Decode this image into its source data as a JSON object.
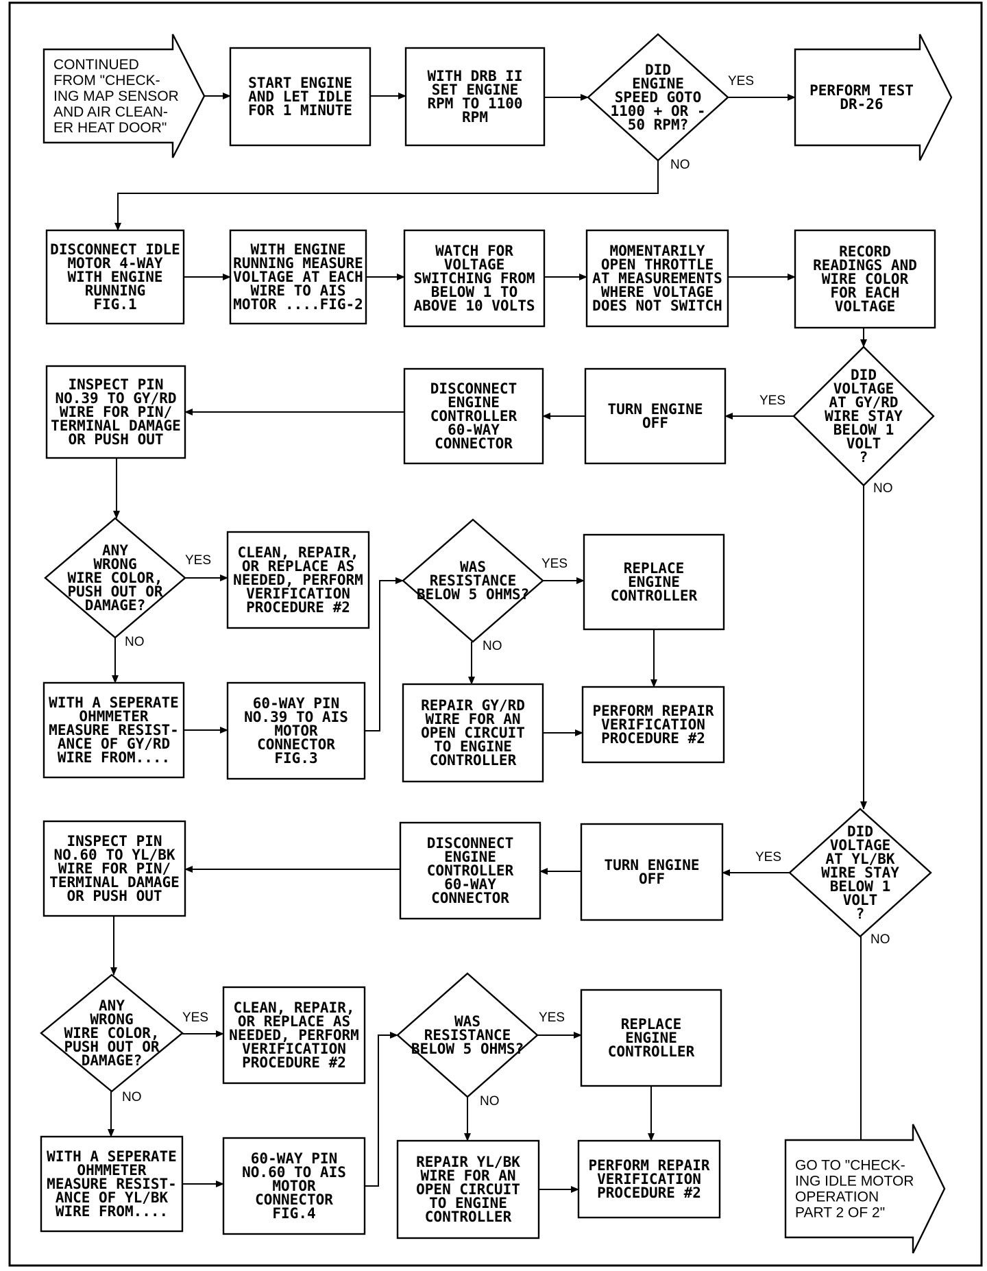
{
  "diagram": {
    "nodes": [
      {
        "id": "start",
        "shape": "arrow",
        "font": "sans",
        "align": "left",
        "lines": [
          "CONTINUED",
          "FROM \"CHECK-",
          "ING MAP SENSOR",
          "AND AIR CLEAN-",
          "ER HEAT DOOR\""
        ]
      },
      {
        "id": "n1",
        "shape": "box",
        "lines": [
          "START ENGINE",
          "AND LET IDLE",
          "FOR 1 MINUTE"
        ]
      },
      {
        "id": "n2",
        "shape": "box",
        "lines": [
          "WITH DRB II",
          "SET ENGINE",
          "RPM TO 1100",
          "RPM"
        ]
      },
      {
        "id": "d1",
        "shape": "diamond",
        "lines": [
          "DID",
          "ENGINE",
          "SPEED GOTO",
          "1100 + OR -",
          "50 RPM?"
        ]
      },
      {
        "id": "e1",
        "shape": "arrow",
        "lines": [
          "PERFORM TEST",
          "DR-26"
        ]
      },
      {
        "id": "r2a",
        "shape": "box",
        "lines": [
          "DISCONNECT IDLE",
          "MOTOR 4-WAY",
          "WITH ENGINE",
          "RUNNING",
          "FIG.1"
        ]
      },
      {
        "id": "r2b",
        "shape": "box",
        "lines": [
          "WITH ENGINE",
          "RUNNING MEASURE",
          "VOLTAGE AT EACH",
          "WIRE TO AIS",
          "MOTOR ....FIG-2"
        ]
      },
      {
        "id": "r2c",
        "shape": "box",
        "lines": [
          "WATCH FOR",
          "VOLTAGE",
          "SWITCHING FROM",
          "BELOW 1 TO",
          "ABOVE 10 VOLTS"
        ]
      },
      {
        "id": "r2d",
        "shape": "box",
        "lines": [
          "MOMENTARILY",
          "OPEN THROTTLE",
          "AT MEASUREMENTS",
          "WHERE VOLTAGE",
          "DOES NOT SWITCH"
        ]
      },
      {
        "id": "r2e",
        "shape": "box",
        "lines": [
          "RECORD",
          "READINGS AND",
          "WIRE COLOR",
          "FOR EACH",
          "VOLTAGE"
        ]
      },
      {
        "id": "d2",
        "shape": "diamond",
        "lines": [
          "DID",
          "VOLTAGE",
          "AT GY/RD",
          "WIRE STAY",
          "BELOW 1",
          "VOLT",
          "?"
        ]
      },
      {
        "id": "r3c",
        "shape": "box",
        "lines": [
          "TURN ENGINE",
          "OFF"
        ]
      },
      {
        "id": "r3b",
        "shape": "box",
        "lines": [
          "DISCONNECT",
          "ENGINE",
          "CONTROLLER",
          "60-WAY",
          "CONNECTOR"
        ]
      },
      {
        "id": "r3a",
        "shape": "box",
        "lines": [
          "INSPECT PIN",
          "NO.39 TO GY/RD",
          "WIRE FOR PIN/",
          "TERMINAL DAMAGE",
          "OR PUSH OUT"
        ]
      },
      {
        "id": "d3",
        "shape": "diamond",
        "lines": [
          "ANY",
          "WRONG",
          "WIRE COLOR,",
          "PUSH OUT OR",
          "DAMAGE?"
        ]
      },
      {
        "id": "r4b",
        "shape": "box",
        "lines": [
          "CLEAN, REPAIR,",
          "OR REPLACE AS",
          "NEEDED, PERFORM",
          "VERIFICATION",
          "PROCEDURE #2"
        ]
      },
      {
        "id": "d4",
        "shape": "diamond",
        "lines": [
          "WAS",
          "RESISTANCE",
          "BELOW 5 OHMS?"
        ]
      },
      {
        "id": "r4d",
        "shape": "box",
        "lines": [
          "REPLACE",
          "ENGINE",
          "CONTROLLER"
        ]
      },
      {
        "id": "r5a",
        "shape": "box",
        "lines": [
          "WITH A SEPERATE",
          "OHMMETER",
          "MEASURE RESIST-",
          "ANCE OF GY/RD",
          "WIRE FROM...."
        ]
      },
      {
        "id": "r5b",
        "shape": "box",
        "lines": [
          "60-WAY PIN",
          "NO.39 TO AIS",
          "MOTOR",
          "CONNECTOR",
          "FIG.3"
        ]
      },
      {
        "id": "r5c",
        "shape": "box",
        "lines": [
          "REPAIR GY/RD",
          "WIRE FOR AN",
          "OPEN CIRCUIT",
          "TO ENGINE",
          "CONTROLLER"
        ]
      },
      {
        "id": "r5d",
        "shape": "box",
        "lines": [
          "PERFORM REPAIR",
          "VERIFICATION",
          "PROCEDURE #2"
        ]
      },
      {
        "id": "d5",
        "shape": "diamond",
        "lines": [
          "DID",
          "VOLTAGE",
          "AT YL/BK",
          "WIRE STAY",
          "BELOW 1",
          "VOLT",
          "?"
        ]
      },
      {
        "id": "r6c",
        "shape": "box",
        "lines": [
          "TURN ENGINE",
          "OFF"
        ]
      },
      {
        "id": "r6b",
        "shape": "box",
        "lines": [
          "DISCONNECT",
          "ENGINE",
          "CONTROLLER",
          "60-WAY",
          "CONNECTOR"
        ]
      },
      {
        "id": "r6a",
        "shape": "box",
        "lines": [
          "INSPECT PIN",
          "NO.60 TO YL/BK",
          "WIRE FOR PIN/",
          "TERMINAL DAMAGE",
          "OR PUSH OUT"
        ]
      },
      {
        "id": "d6",
        "shape": "diamond",
        "lines": [
          "ANY",
          "WRONG",
          "WIRE COLOR,",
          "PUSH OUT OR",
          "DAMAGE?"
        ]
      },
      {
        "id": "r7b",
        "shape": "box",
        "lines": [
          "CLEAN, REPAIR,",
          "OR REPLACE AS",
          "NEEDED, PERFORM",
          "VERIFICATION",
          "PROCEDURE #2"
        ]
      },
      {
        "id": "d7",
        "shape": "diamond",
        "lines": [
          "WAS",
          "RESISTANCE",
          "BELOW 5 OHMS?"
        ]
      },
      {
        "id": "r7d",
        "shape": "box",
        "lines": [
          "REPLACE",
          "ENGINE",
          "CONTROLLER"
        ]
      },
      {
        "id": "r8a",
        "shape": "box",
        "lines": [
          "WITH A SEPERATE",
          "OHMMETER",
          "MEASURE RESIST-",
          "ANCE OF YL/BK",
          "WIRE FROM...."
        ]
      },
      {
        "id": "r8b",
        "shape": "box",
        "lines": [
          "60-WAY PIN",
          "NO.60 TO AIS",
          "MOTOR",
          "CONNECTOR",
          "FIG.4"
        ]
      },
      {
        "id": "r8c",
        "shape": "box",
        "lines": [
          "REPAIR YL/BK",
          "WIRE FOR AN",
          "OPEN CIRCUIT",
          "TO ENGINE",
          "CONTROLLER"
        ]
      },
      {
        "id": "r8d",
        "shape": "box",
        "lines": [
          "PERFORM REPAIR",
          "VERIFICATION",
          "PROCEDURE #2"
        ]
      },
      {
        "id": "end",
        "shape": "arrow",
        "font": "sans",
        "align": "left",
        "lines": [
          "GO TO \"CHECK-",
          "ING IDLE MOTOR",
          "OPERATION",
          "PART 2 OF 2\""
        ]
      }
    ],
    "edges": [
      {
        "from": "start",
        "to": "n1"
      },
      {
        "from": "n1",
        "to": "n2"
      },
      {
        "from": "n2",
        "to": "d1"
      },
      {
        "from": "d1",
        "to": "e1",
        "label": "YES"
      },
      {
        "from": "d1",
        "to": "r2a",
        "label": "NO"
      },
      {
        "from": "r2a",
        "to": "r2b"
      },
      {
        "from": "r2b",
        "to": "r2c"
      },
      {
        "from": "r2c",
        "to": "r2d"
      },
      {
        "from": "r2d",
        "to": "r2e"
      },
      {
        "from": "r2e",
        "to": "d2"
      },
      {
        "from": "d2",
        "to": "r3c",
        "label": "YES"
      },
      {
        "from": "d2",
        "to": "d5",
        "label": "NO"
      },
      {
        "from": "r3c",
        "to": "r3b"
      },
      {
        "from": "r3b",
        "to": "r3a"
      },
      {
        "from": "r3a",
        "to": "d3"
      },
      {
        "from": "d3",
        "to": "r4b",
        "label": "YES"
      },
      {
        "from": "d3",
        "to": "r5a",
        "label": "NO"
      },
      {
        "from": "r5a",
        "to": "r5b"
      },
      {
        "from": "r5b",
        "to": "d4"
      },
      {
        "from": "d4",
        "to": "r4d",
        "label": "YES"
      },
      {
        "from": "d4",
        "to": "r5c",
        "label": "NO"
      },
      {
        "from": "r4d",
        "to": "r5d"
      },
      {
        "from": "r5c",
        "to": "r5d"
      },
      {
        "from": "d5",
        "to": "r6c",
        "label": "YES"
      },
      {
        "from": "d5",
        "to": "end",
        "label": "NO"
      },
      {
        "from": "r6c",
        "to": "r6b"
      },
      {
        "from": "r6b",
        "to": "r6a"
      },
      {
        "from": "r6a",
        "to": "d6"
      },
      {
        "from": "d6",
        "to": "r7b",
        "label": "YES"
      },
      {
        "from": "d6",
        "to": "r8a",
        "label": "NO"
      },
      {
        "from": "r8a",
        "to": "r8b"
      },
      {
        "from": "r8b",
        "to": "d7"
      },
      {
        "from": "d7",
        "to": "r7d",
        "label": "YES"
      },
      {
        "from": "d7",
        "to": "r8c",
        "label": "NO"
      },
      {
        "from": "r7d",
        "to": "r8d"
      },
      {
        "from": "r8c",
        "to": "r8d"
      }
    ]
  }
}
